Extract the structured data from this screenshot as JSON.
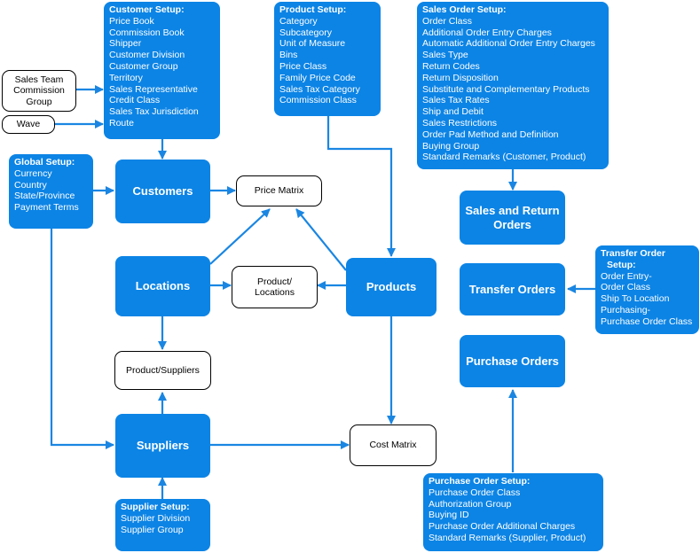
{
  "customer_setup": {
    "title": "Customer Setup:",
    "items": [
      "Price Book",
      "Commission Book",
      "Shipper",
      "Customer Division",
      "Customer Group",
      "Territory",
      "Sales Representative",
      "Credit Class",
      "Sales Tax Jurisdiction",
      "Route"
    ]
  },
  "product_setup": {
    "title": "Product Setup:",
    "items": [
      "Category",
      "Subcategory",
      "Unit of Measure",
      "Bins",
      "Price Class",
      "Family Price Code",
      "Sales Tax Category",
      "Commission Class"
    ]
  },
  "sales_order_setup": {
    "title": "Sales Order Setup:",
    "items": [
      "Order Class",
      "Additional Order Entry Charges",
      "Automatic Additional Order Entry Charges",
      "Sales Type",
      "Return Codes",
      "Return Disposition",
      "Substitute and Complementary Products",
      "Sales Tax Rates",
      "Ship and Debit",
      "Sales Restrictions",
      "Order Pad Method and Definition",
      "Buying Group",
      "Standard Remarks (Customer, Product)"
    ]
  },
  "global_setup": {
    "title": "Global Setup:",
    "items": [
      "Currency",
      "Country",
      "State/Province",
      "Payment Terms"
    ]
  },
  "transfer_order_setup": {
    "title_1": "Transfer Order",
    "title_2": "Setup:",
    "items": [
      "Order Entry-",
      "Order Class",
      "Ship To Location",
      "Purchasing-",
      "Purchase Order Class"
    ]
  },
  "supplier_setup": {
    "title": "Supplier Setup:",
    "items": [
      "Supplier Division",
      "Supplier Group"
    ]
  },
  "purchase_order_setup": {
    "title": "Purchase Order Setup:",
    "items": [
      "Purchase Order Class",
      "Authorization Group",
      "Buying ID",
      "Purchase Order Additional Charges",
      "Standard Remarks (Supplier, Product)"
    ]
  },
  "nodes": {
    "customers": "Customers",
    "locations": "Locations",
    "products": "Products",
    "suppliers": "Suppliers",
    "sales_return_orders_1": "Sales and Return",
    "sales_return_orders_2": "Orders",
    "transfer_orders": "Transfer Orders",
    "purchase_orders": "Purchase Orders"
  },
  "white_nodes": {
    "sales_team_1": "Sales Team",
    "sales_team_2": "Commission",
    "sales_team_3": "Group",
    "wave": "Wave",
    "price_matrix": "Price Matrix",
    "product_locations_1": "Product/",
    "product_locations_2": "Locations",
    "product_suppliers": "Product/Suppliers",
    "cost_matrix": "Cost Matrix"
  },
  "colors": {
    "box_fill": "#0c84e5",
    "arrow": "#1a86e2",
    "white_node_border": "#000000"
  }
}
